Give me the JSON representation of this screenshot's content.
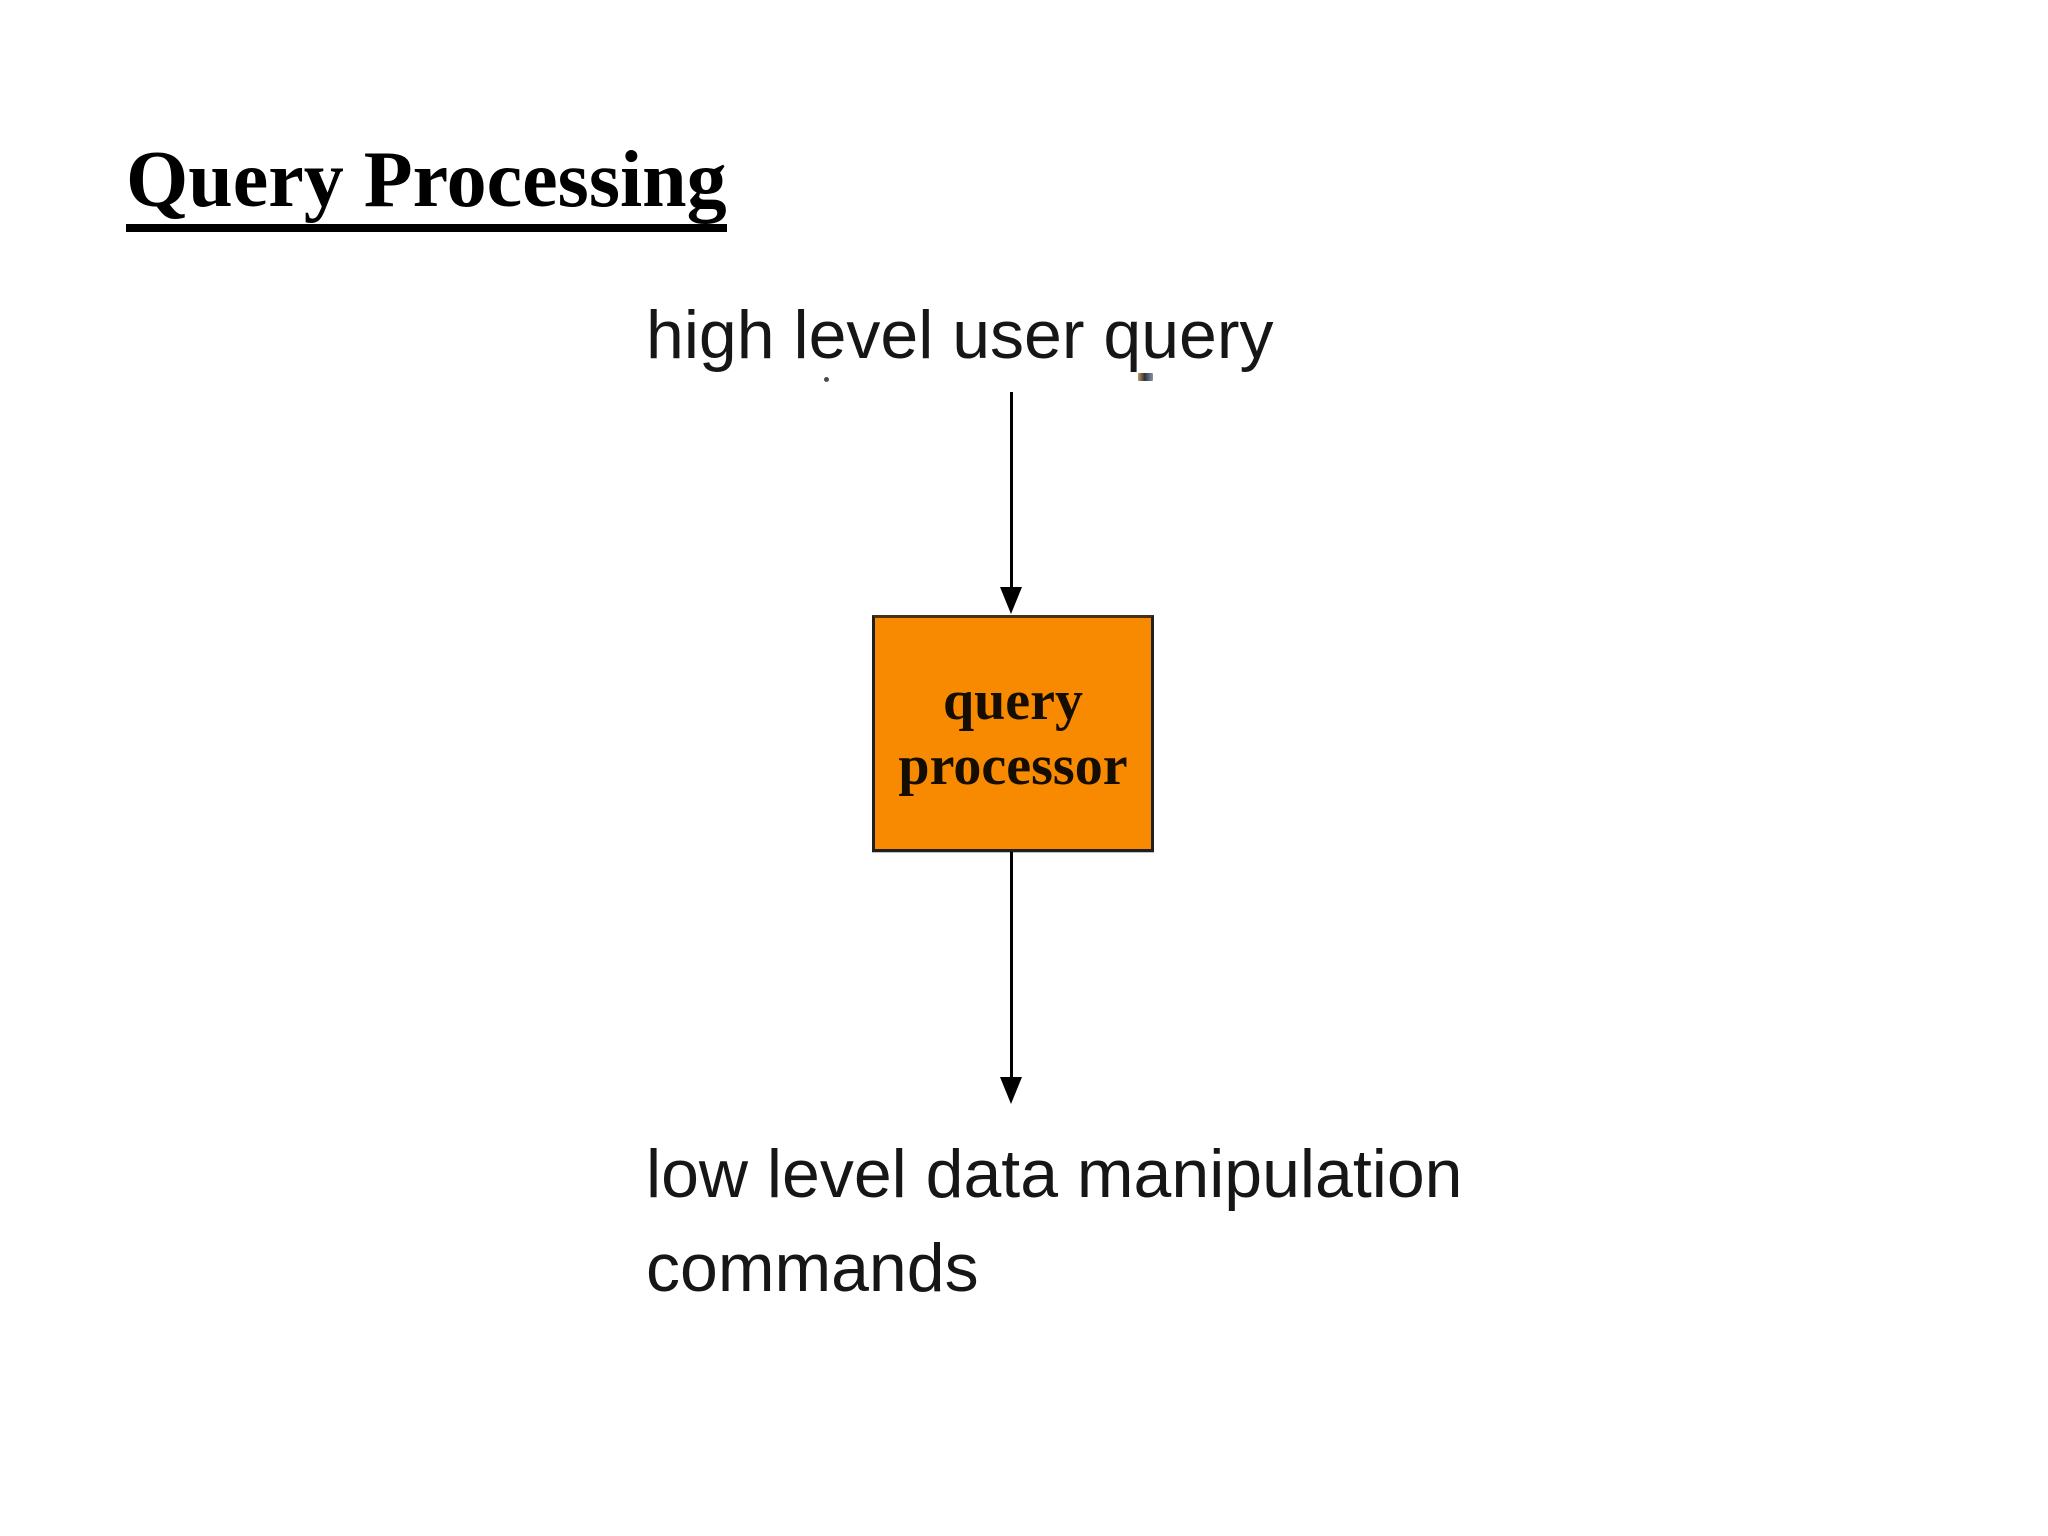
{
  "slide": {
    "title": "Query Processing",
    "background_color": "#ffffff",
    "title_color": "#000000"
  },
  "diagram": {
    "top_label": "high level user query",
    "node": {
      "label": "query processor",
      "fill_color": "#f88a01",
      "border_color": "#1f1f1f",
      "text_color": "#140d00"
    },
    "bottom_label": "low level data manipulation commands",
    "arrow_color": "#000000",
    "arrow_direction": "down"
  }
}
